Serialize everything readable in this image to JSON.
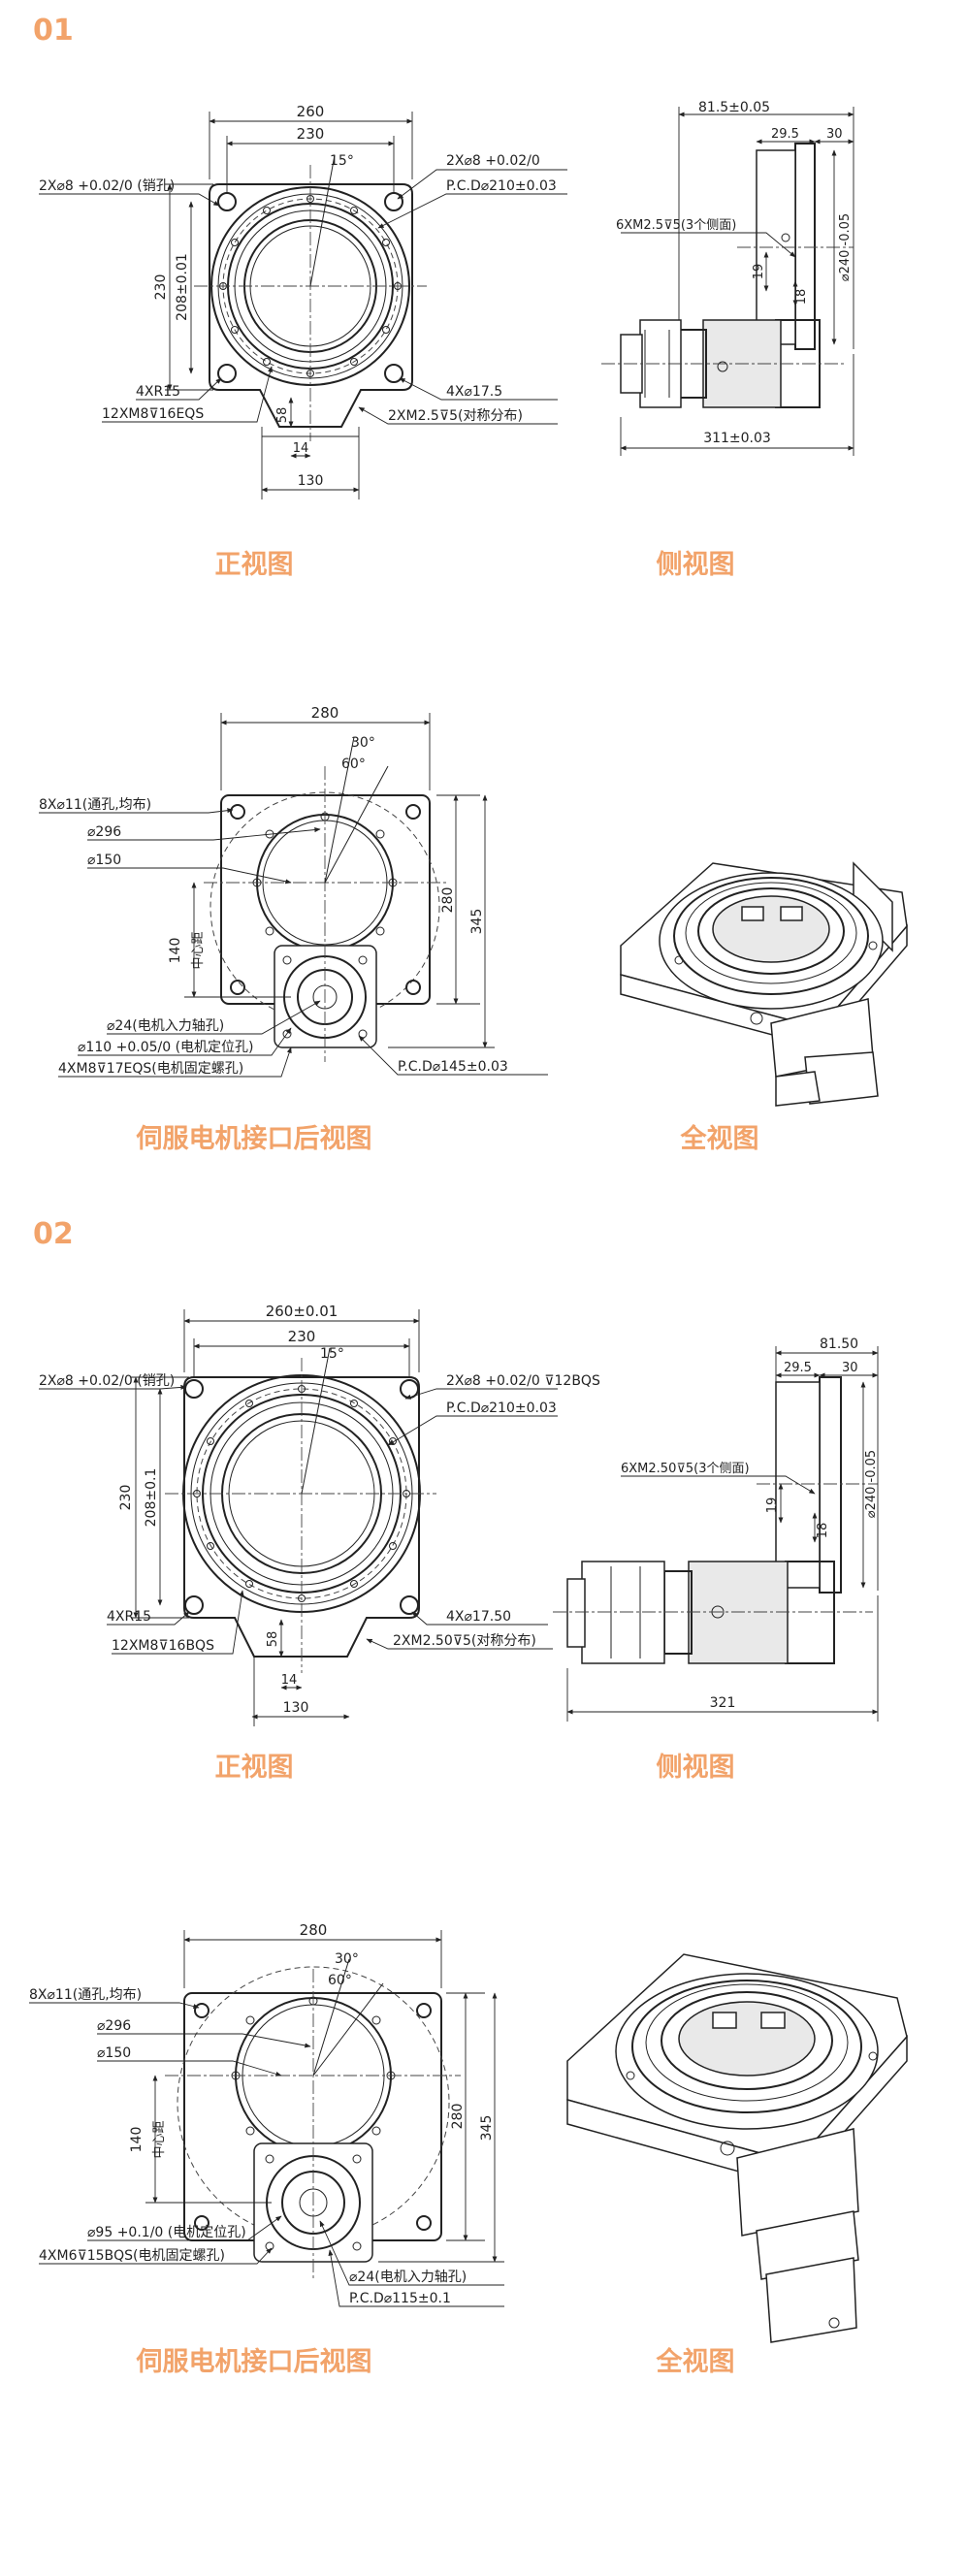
{
  "sections": [
    {
      "num": "01"
    },
    {
      "num": "02"
    }
  ],
  "captions": {
    "front": "正视图",
    "side": "侧视图",
    "rear": "伺服电机接口后视图",
    "full": "全视图"
  },
  "s1": {
    "front": {
      "w260": "260",
      "w230": "230",
      "ang15": "15°",
      "pin": "2X⌀8 +0.02/0 (销孔)",
      "pin2": "2X⌀8 +0.02/0",
      "pcd": "P.C.D⌀210±0.03",
      "h230": "230",
      "h208": "208±0.01",
      "r15": "4XR15",
      "m8": "12XM8⊽16EQS",
      "d17": "4X⌀17.5",
      "m25": "2XM2.5⊽5(对称分布)",
      "d58": "58",
      "d14": "14",
      "d130": "130"
    },
    "side": {
      "d815": "81.5±0.05",
      "d295": "29.5",
      "d30": "30",
      "m6": "6XM2.5⊽5(3个侧面)",
      "d19": "19",
      "d18": "18",
      "d240": "⌀240 -0.05",
      "d311": "311±0.03"
    },
    "rear": {
      "w280": "280",
      "a30": "30°",
      "a60": "60°",
      "h11": "8X⌀11(通孔,均布)",
      "d296": "⌀296",
      "d150": "⌀150",
      "d140": "140",
      "center": "中心距",
      "h280": "280",
      "h345": "345",
      "d24": "⌀24(电机入力轴孔)",
      "d110": "⌀110 +0.05/0 (电机定位孔)",
      "m8": "4XM8⊽17EQS(电机固定螺孔)",
      "pcd": "P.C.D⌀145±0.03"
    }
  },
  "s2": {
    "front": {
      "w260": "260±0.01",
      "w230": "230",
      "ang15": "15°",
      "pin": "2X⌀8 +0.02/0 (销孔)",
      "pin2": "2X⌀8 +0.02/0 ⊽12BQS",
      "pcd": "P.C.D⌀210±0.03",
      "h230": "230",
      "h208": "208±0.1",
      "r15": "4XR15",
      "m8": "12XM8⊽16BQS",
      "d17": "4X⌀17.50",
      "m25": "2XM2.50⊽5(对称分布)",
      "d58": "58",
      "d14": "14",
      "d130": "130"
    },
    "side": {
      "d815": "81.50",
      "d295": "29.5",
      "d30": "30",
      "m6": "6XM2.50⊽5(3个侧面)",
      "d19": "19",
      "d18": "18",
      "d240": "⌀240 -0.05",
      "d321": "321"
    },
    "rear": {
      "w280": "280",
      "a30": "30°",
      "a60": "60°",
      "h11": "8X⌀11(通孔,均布)",
      "d296": "⌀296",
      "d150": "⌀150",
      "d140": "140",
      "center": "中心距",
      "h280": "280",
      "h345": "345",
      "d95": "⌀95 +0.1/0 (电机定位孔)",
      "m6": "4XM6⊽15BQS(电机固定螺孔)",
      "d24": "⌀24(电机入力轴孔)",
      "pcd": "P.C.D⌀115±0.1"
    }
  }
}
